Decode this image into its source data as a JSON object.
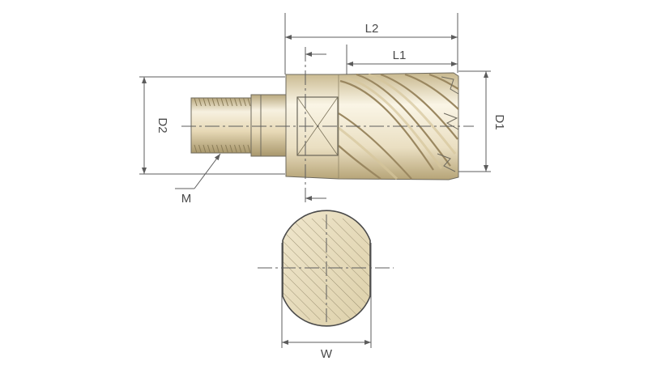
{
  "labels": {
    "L2": "L2",
    "L1": "L1",
    "D2": "D2",
    "D1": "D1",
    "M": "M",
    "W": "W"
  },
  "colors": {
    "body_light": "#f6efdd",
    "body_mid": "#e6d8b4",
    "body_dark": "#b7a57a",
    "outline": "#6e6a5e",
    "dimension_line": "#5c5c5c",
    "hatch": "#8f8466",
    "background": "#ffffff"
  }
}
